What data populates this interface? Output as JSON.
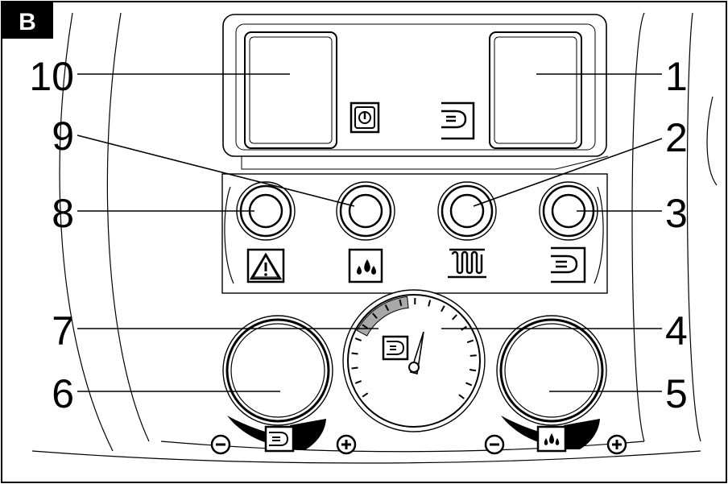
{
  "panel_label": "B",
  "callouts": {
    "c1": "1",
    "c2": "2",
    "c3": "3",
    "c4": "4",
    "c5": "5",
    "c6": "6",
    "c7": "7",
    "c8": "8",
    "c9": "9",
    "c10": "10"
  },
  "icons": {
    "power": "power-icon",
    "dhw_top": "hot-water-tap-icon",
    "alarm": "warning-triangle-icon",
    "water_pressure": "water-drops-icon",
    "heating": "radiator-coil-icon",
    "dhw_indicator": "hot-water-tap-icon",
    "dhw_knob": "hot-water-tap-icon",
    "heating_knob": "water-drops-icon",
    "minus": "minus-icon",
    "plus": "plus-icon"
  },
  "colors": {
    "line": "#000000",
    "background": "#ffffff",
    "gauge_zone": "#a8a8a8"
  }
}
